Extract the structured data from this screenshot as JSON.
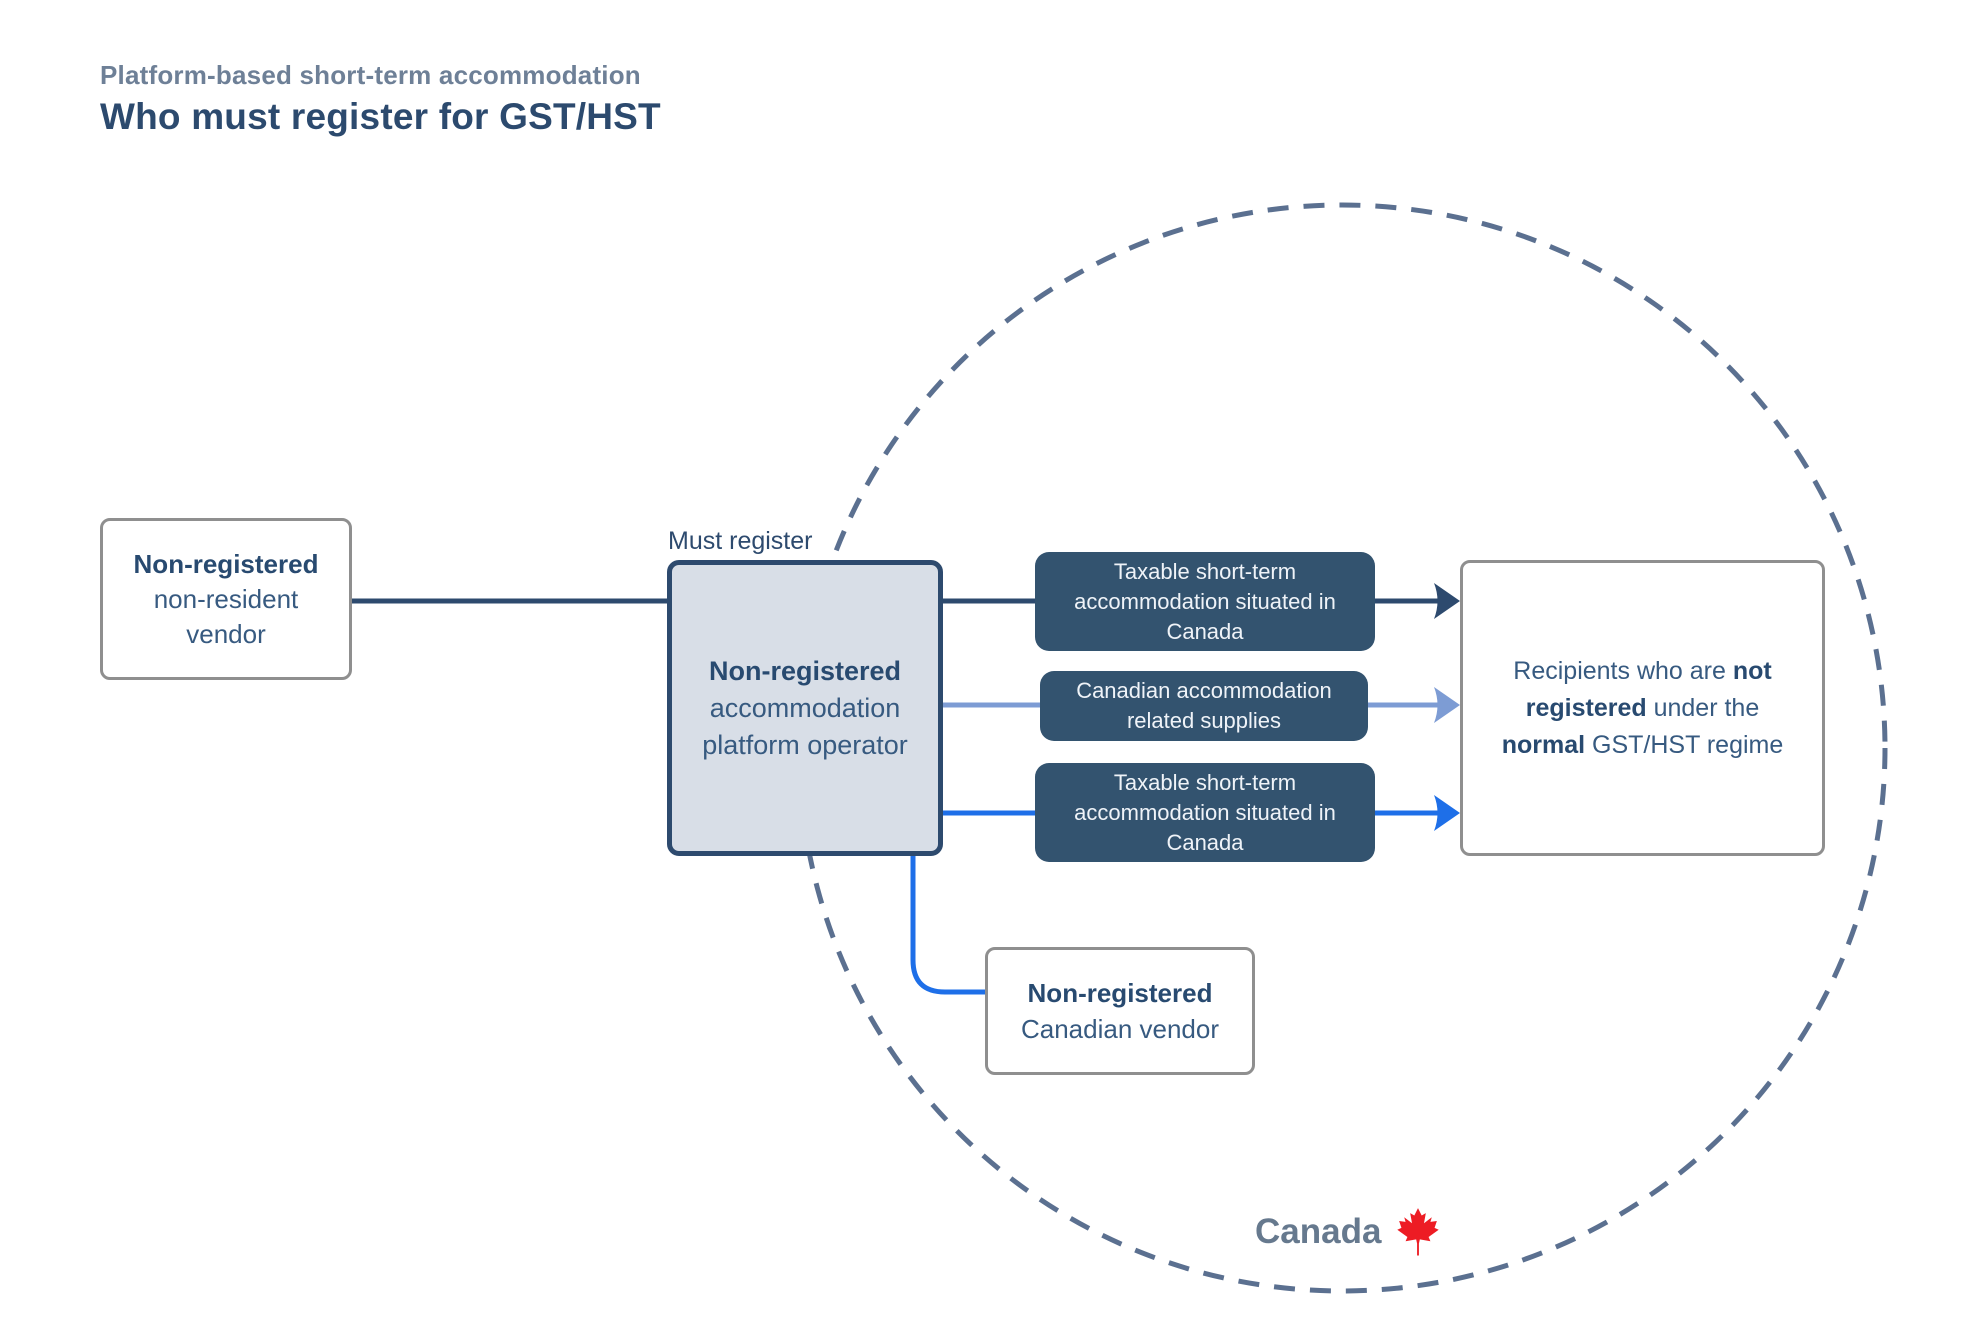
{
  "header": {
    "eyebrow": "Platform-based short-term accommodation",
    "title": "Who must register for GST/HST"
  },
  "diagram": {
    "must_register_label": "Must register",
    "nonresident_vendor_box": {
      "emphasis": "Non-registered",
      "rest": "non-resident vendor"
    },
    "platform_operator_box": {
      "emphasis": "Non-registered",
      "line2": "accommodation",
      "line3": "platform operator"
    },
    "supplies": [
      {
        "label": "Taxable short-term accommodation situated in Canada"
      },
      {
        "label": "Canadian accommodation related supplies"
      },
      {
        "label": "Taxable short-term accommodation situated in Canada"
      }
    ],
    "recipients_box": {
      "parts": [
        {
          "text": "Recipients who are ",
          "bold": false
        },
        {
          "text": "not registered",
          "bold": true
        },
        {
          "text": " under the ",
          "bold": false
        },
        {
          "text": "normal",
          "bold": true
        },
        {
          "text": " GST/HST regime",
          "bold": false
        }
      ]
    },
    "canadian_vendor_box": {
      "emphasis": "Non-registered",
      "rest": "Canadian vendor"
    },
    "canada_label": "Canada"
  },
  "colors": {
    "navy": "#2d4a6e",
    "pill_background": "#33536f",
    "light_blue_flow": "#7d9cd4",
    "bright_blue_flow": "#1e6fe8",
    "canada_boundary_dash": "#5b7090",
    "gray_box_border": "#8f8f8f",
    "maple_leaf_red": "#ed1c24",
    "slate_label": "#66798e",
    "platform_box_fill": "#d8dee7"
  }
}
